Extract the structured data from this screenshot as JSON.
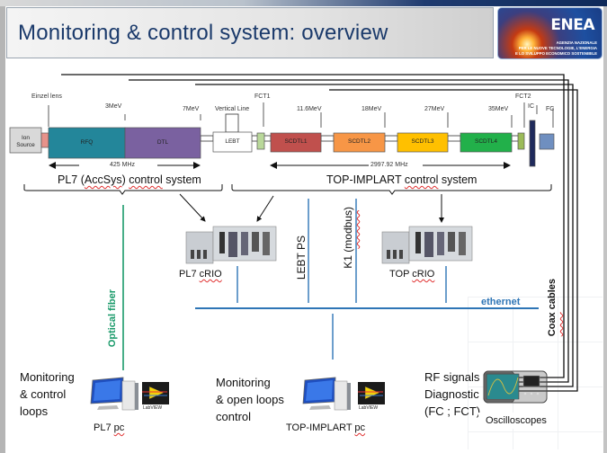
{
  "header": {
    "title": "Monitoring & control system: overview",
    "logo": {
      "name": "ENEA",
      "subtitle_lines": [
        "AGENZIA NAZIONALE",
        "PER LE NUOVE TECNOLOGIE, L'ENERGIA",
        "E LO SVILUPPO ECONOMICO SOSTENIBILE"
      ]
    }
  },
  "beamline": {
    "components": [
      {
        "id": "ion-source",
        "lines": [
          "Ion",
          "Source"
        ],
        "color": "#d9d9d9"
      },
      {
        "id": "einzel",
        "label": "",
        "color": "#e6928a"
      },
      {
        "id": "rfq",
        "label": "RFQ",
        "color": "#23869a"
      },
      {
        "id": "dtl",
        "label": "DTL",
        "color": "#7a61a0"
      },
      {
        "id": "lebt",
        "label": "LEBT",
        "color": "#ffffff"
      },
      {
        "id": "fct1",
        "label": "",
        "color": "#b9d89a"
      },
      {
        "id": "scdtl1",
        "label": "SCDTL1",
        "color": "#c0504d"
      },
      {
        "id": "scdtl2",
        "label": "SCDTL2",
        "color": "#f79646"
      },
      {
        "id": "scdtl3",
        "label": "SCDTL3",
        "color": "#ffc000"
      },
      {
        "id": "scdtl4",
        "label": "SCDTL4",
        "color": "#22b04a"
      },
      {
        "id": "fct2",
        "label": "",
        "color": "#9bbb59"
      },
      {
        "id": "ic",
        "label": "",
        "color": "#1f2a5c"
      },
      {
        "id": "fc",
        "label": "",
        "color": "#6f8fc0"
      }
    ],
    "markers": {
      "einzel_lens": "Einzel lens",
      "e_3mev": "3MeV",
      "e_7mev": "7MeV",
      "vertical_line": "Vertical Line",
      "fct1": "FCT1",
      "e_11_6mev": "11.6MeV",
      "e_18mev": "18MeV",
      "e_27mev": "27MeV",
      "e_35mev": "35MeV",
      "fct2": "FCT2",
      "ic": "IC",
      "fc": "FC"
    },
    "frequencies": {
      "low": "425 MHz",
      "high": "2997.92 MHz"
    }
  },
  "systems": {
    "pl7": {
      "prefix": "PL7 (",
      "acc": "AccSys",
      "mid": ") ",
      "control": "control",
      "suffix": " system"
    },
    "top": {
      "prefix": "TOP-IMPLART ",
      "control": "control",
      "suffix": " system"
    }
  },
  "devices": {
    "pl7_crio": {
      "prefix": "PL7 ",
      "crio": "cRIO"
    },
    "top_crio": {
      "prefix": "TOP ",
      "crio": "cRIO"
    },
    "lebt_ps": "LEBT PS",
    "k1": {
      "prefix": "K1 (",
      "modbus": "modbus",
      "suffix": ")"
    },
    "ethernet": "ethernet",
    "optical_fiber": "Optical fiber",
    "coax": {
      "word1": "Coax",
      "word2": "cables"
    }
  },
  "bottom": {
    "pl7_pc": {
      "text_lines": [
        "Monitoring",
        "& control",
        "loops"
      ],
      "label_prefix": "PL7 ",
      "label_pc": "pc",
      "software": "LabVIEW"
    },
    "top_pc": {
      "text_lines": [
        "Monitoring",
        "& open loops",
        "control"
      ],
      "label_prefix": "TOP-IMPLART ",
      "label_pc": "pc",
      "software": "LabVIEW"
    },
    "scope": {
      "text_lines": [
        "RF signals",
        "Diagnostic",
        "(FC ; FCT)"
      ],
      "label": "Oscilloscopes"
    }
  },
  "colors": {
    "title": "#1b3a6b",
    "ethernet": "#2e75b6",
    "optical_fiber": "#1a9a6a"
  }
}
